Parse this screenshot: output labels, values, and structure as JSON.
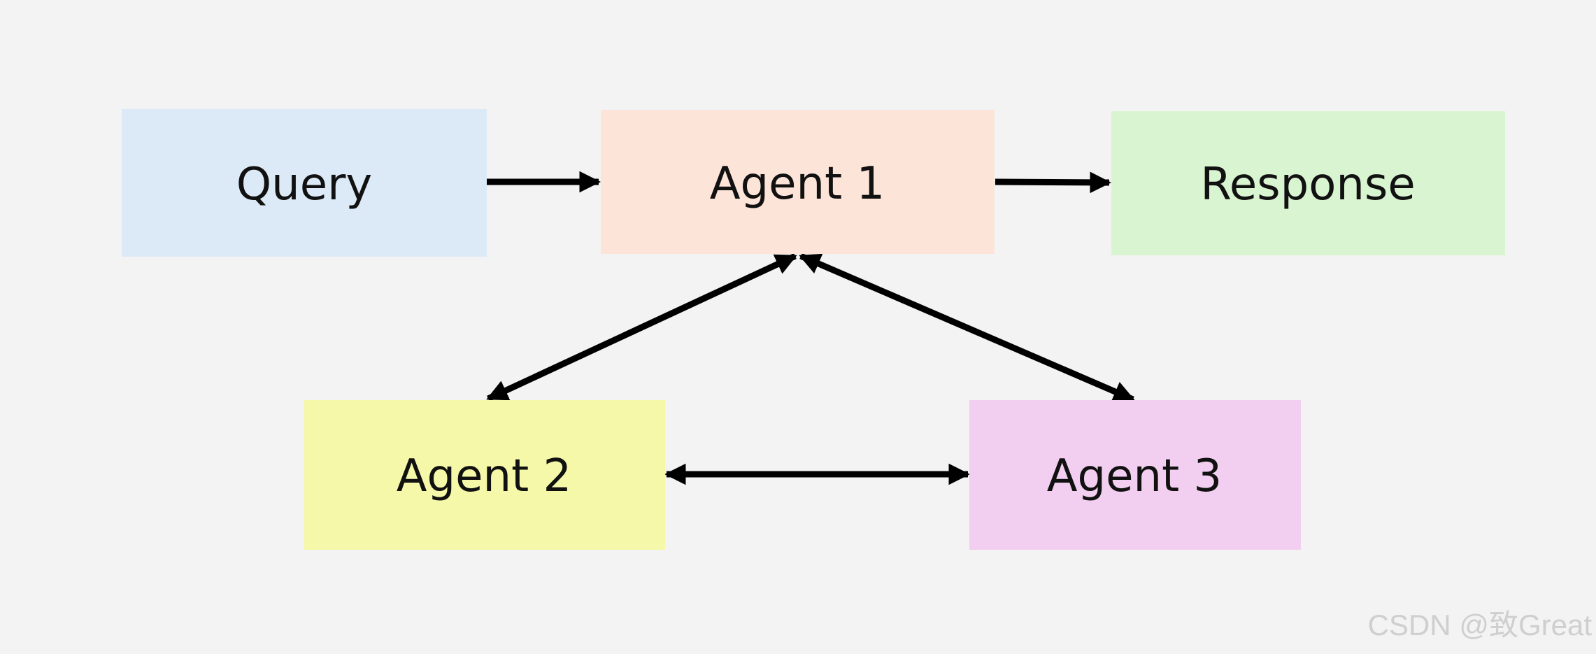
{
  "nodes": [
    {
      "id": "query",
      "label": "Query",
      "color": "#dceaf7"
    },
    {
      "id": "agent1",
      "label": "Agent 1",
      "color": "#fde4d9"
    },
    {
      "id": "response",
      "label": "Response",
      "color": "#d9f4d1"
    },
    {
      "id": "agent2",
      "label": "Agent 2",
      "color": "#f6f8a9"
    },
    {
      "id": "agent3",
      "label": "Agent 3",
      "color": "#f2cff0"
    }
  ],
  "edges": [
    {
      "from": "query",
      "to": "agent1",
      "direction": "forward"
    },
    {
      "from": "agent1",
      "to": "response",
      "direction": "forward"
    },
    {
      "from": "agent1",
      "to": "agent2",
      "direction": "both"
    },
    {
      "from": "agent1",
      "to": "agent3",
      "direction": "both"
    },
    {
      "from": "agent2",
      "to": "agent3",
      "direction": "both"
    }
  ],
  "watermark": "CSDN @致Great"
}
